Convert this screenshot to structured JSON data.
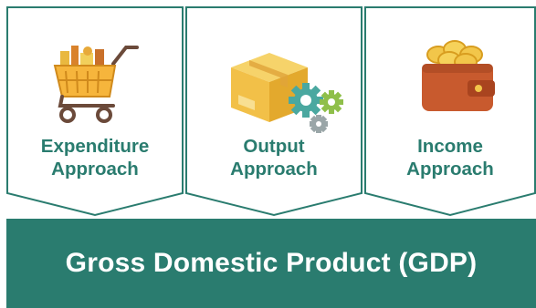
{
  "approaches": [
    {
      "line1": "Expenditure",
      "line2": "Approach",
      "icon": "shopping-cart-icon"
    },
    {
      "line1": "Output",
      "line2": "Approach",
      "icon": "box-gears-icon"
    },
    {
      "line1": "Income",
      "line2": "Approach",
      "icon": "wallet-coins-icon"
    }
  ],
  "result": {
    "label": "Gross Domestic Product (GDP)"
  },
  "colors": {
    "accent": "#2a7c6f",
    "border": "#2a7c6f",
    "background": "#ffffff"
  }
}
